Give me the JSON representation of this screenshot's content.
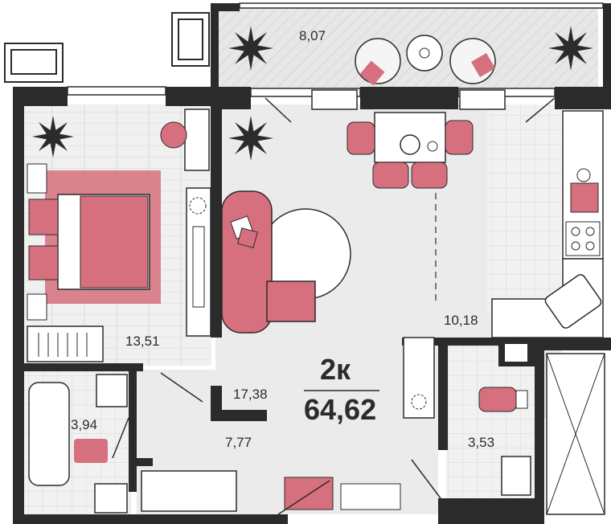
{
  "plan": {
    "rooms_label": "2к",
    "total_area": "64,62",
    "areas": {
      "loggia": "8,07",
      "bedroom": "13,51",
      "living_room": "17,38",
      "kitchen": "10,18",
      "bathroom": "3,94",
      "hallway": "7,77",
      "toilet": "3,53"
    },
    "colors": {
      "wall": "#2b2b2b",
      "floor": "#ebebeb",
      "furniture_accent": "#d6707e",
      "tile": "#dcdcdc"
    }
  }
}
